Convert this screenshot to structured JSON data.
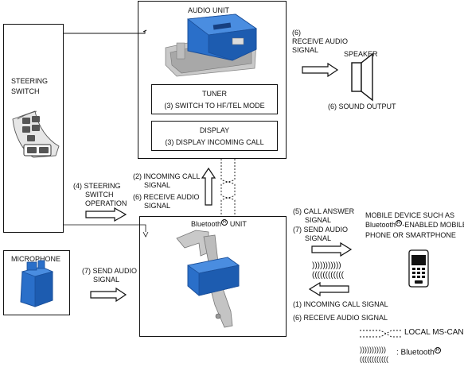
{
  "audio_unit": {
    "title": "AUDIO UNIT",
    "tuner_title": "TUNER",
    "tuner_text": "(3) SWITCH TO HF/TEL MODE",
    "display_title": "DISPLAY",
    "display_text": "(3) DISPLAY INCOMING CALL"
  },
  "steering_switch": {
    "label_line1": "STEERING",
    "label_line2": "SWITCH"
  },
  "speaker": {
    "label": "SPEAKER",
    "receive_line1": "(6)",
    "receive_line2": "RECEIVE AUDIO",
    "receive_line3": "SIGNAL",
    "sound_output": "(6) SOUND OUTPUT"
  },
  "bluetooth_unit": {
    "title_pre": "Bluetooth",
    "reg": "R",
    "title_post": " UNIT"
  },
  "steering_operation": {
    "line1": "(4) STEERING",
    "line2": "SWITCH",
    "line3": "OPERATION"
  },
  "middle_signals": {
    "incoming_line1": "(2) INCOMING CALL",
    "incoming_line2": "SIGNAL",
    "receive_line1": "(6) RECEIVE AUDIO",
    "receive_line2": "SIGNAL"
  },
  "microphone": {
    "label": "MICROPHONE",
    "send_line1": "(7) SEND AUDIO",
    "send_line2": "SIGNAL"
  },
  "right_signals": {
    "call_answer_line1": "(5) CALL ANSWER",
    "call_answer_line2": "SIGNAL",
    "send_line1": "(7) SEND AUDIO",
    "send_line2": "SIGNAL",
    "incoming": "(1) INCOMING CALL SIGNAL",
    "receive": "(6) RECEIVE AUDIO SIGNAL"
  },
  "mobile_device": {
    "line1": "MOBILE DEVICE SUCH AS",
    "line2_pre": "Bluetooth",
    "line2_reg": "R",
    "line2_post": "-ENABLED MOBILE",
    "line3": "PHONE OR SMARTPHONE"
  },
  "legend": {
    "local_ms_can": "LOCAL MS-CAN",
    "bluetooth_pre": ": Bluetooth",
    "bluetooth_reg": "R"
  },
  "colors": {
    "component_blue": "#2a6fc9",
    "component_dark": "#1a4f9a",
    "bracket_gray": "#b9b9b9"
  }
}
